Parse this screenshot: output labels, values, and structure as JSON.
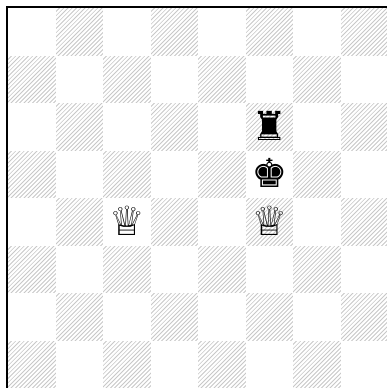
{
  "board": {
    "size": 8,
    "orientation": "white-bottom",
    "light_square_color": "#ffffff",
    "dark_square_color": "hatched-gray",
    "pieces": [
      {
        "square": "f6",
        "piece": "rook",
        "color": "black",
        "glyph": "♜"
      },
      {
        "square": "f5",
        "piece": "king",
        "color": "black",
        "glyph": "♚"
      },
      {
        "square": "c4",
        "piece": "queen",
        "color": "white",
        "glyph": "♕"
      },
      {
        "square": "f4",
        "piece": "queen",
        "color": "white",
        "glyph": "♕"
      }
    ]
  }
}
